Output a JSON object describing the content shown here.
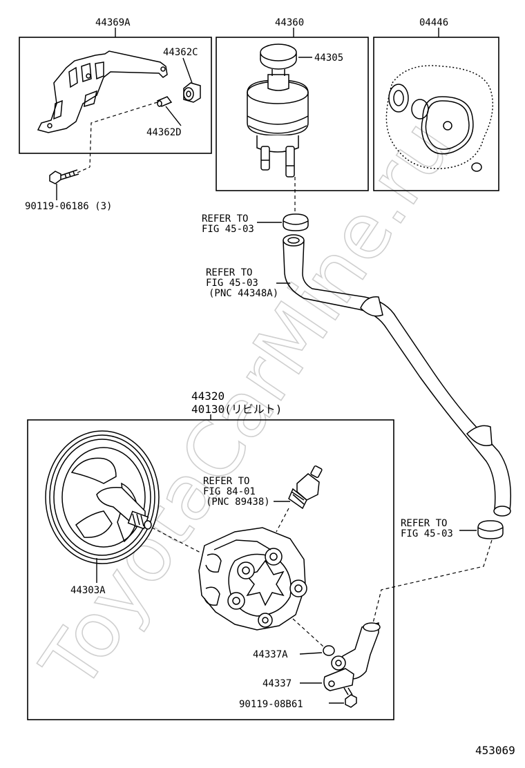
{
  "watermark": "ToyotaCarMine.ru",
  "diagram_id": "453069",
  "labels": {
    "bracket": "44369A",
    "cushion_c": "44362C",
    "collar_d": "44362D",
    "bolt_top": "90119-06186 (3)",
    "reservoir": "44360",
    "cap": "44305",
    "gasket_kit": "04446",
    "refer1_l1": "REFER TO",
    "refer1_l2": "FIG 45-03",
    "refer2_l1": "REFER TO",
    "refer2_l2": "FIG 45-03",
    "refer2_l3": "(PNC 44348A)",
    "pump": "44320",
    "pump_rebuilt": "40130(リビルト)",
    "refer3_l1": "REFER TO",
    "refer3_l2": "FIG 84-01",
    "refer3_l3": "(PNC 89438)",
    "pulley": "44303A",
    "refer4_l1": "REFER TO",
    "refer4_l2": "FIG 45-03",
    "oring": "44337A",
    "union": "44337",
    "bolt_bottom": "90119-08B61"
  }
}
